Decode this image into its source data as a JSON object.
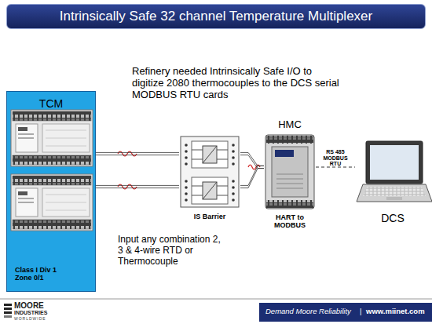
{
  "diagram": {
    "title": "Intrinsically Safe 32 channel Temperature Multiplexer",
    "nodes": [
      {
        "text": [
          "TCM",
          "Class I Div 1 Zone 0/1"
        ]
      },
      {
        "text": [
          "IS Barrier"
        ]
      },
      {
        "text": [
          "HMC",
          "HART to MODBUS"
        ]
      },
      {
        "text": [
          "DCS"
        ]
      }
    ],
    "edges": [
      {
        "from": 0,
        "to": 1,
        "arrow": "none"
      },
      {
        "from": 0,
        "to": 1,
        "arrow": "none"
      },
      {
        "from": 1,
        "to": 2,
        "arrow": "none"
      },
      {
        "from": 2,
        "to": 3,
        "label": "RS 485 MODBUS RTU",
        "arrow": "none"
      }
    ],
    "labels": [
      "Refinery needed Intrinsically Safe I/O to digitize 2080 thermocouples to the DCS serial MODBUS RTU cards",
      "Input any combination 2, 3 & 4-wire RTD or Thermocouple",
      "MOORE",
      "INDUSTRIES",
      "WORLDWIDE",
      "Demand Moore Reliability",
      "|",
      "www.miinet.com"
    ]
  }
}
